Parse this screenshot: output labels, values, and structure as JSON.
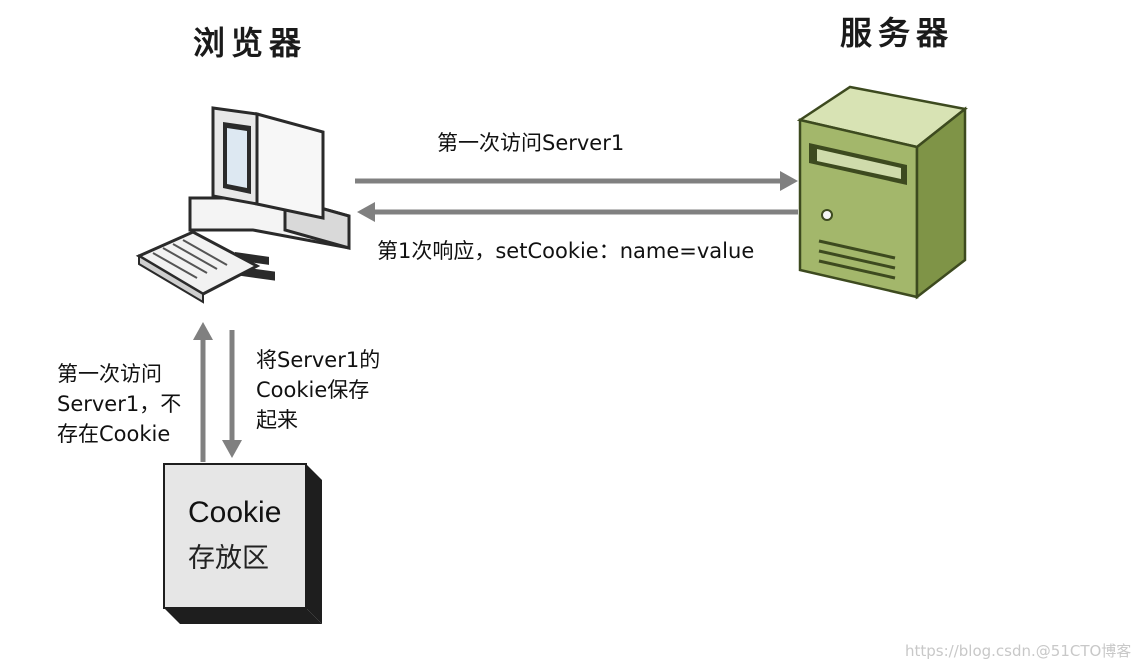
{
  "titles": {
    "browser": "浏览器",
    "server": "服务器"
  },
  "arrows": {
    "first_visit": "第一次访问Server1",
    "first_response": "第1次响应，setCookie：name=value"
  },
  "side_notes": {
    "left": "第一次访问\nServer1，不\n存在Cookie",
    "right": "将Server1的\nCookie保存\n起来"
  },
  "storage": {
    "title": "Cookie",
    "subtitle": "存放区"
  },
  "watermark": "https://blog.csdn.@51CTO博客",
  "colors": {
    "arrow": "#808080",
    "server_green": "#a3b76b",
    "box_face": "#e6e6e6"
  },
  "icons": {
    "browser": "desktop-computer-icon",
    "server": "server-tower-icon"
  }
}
